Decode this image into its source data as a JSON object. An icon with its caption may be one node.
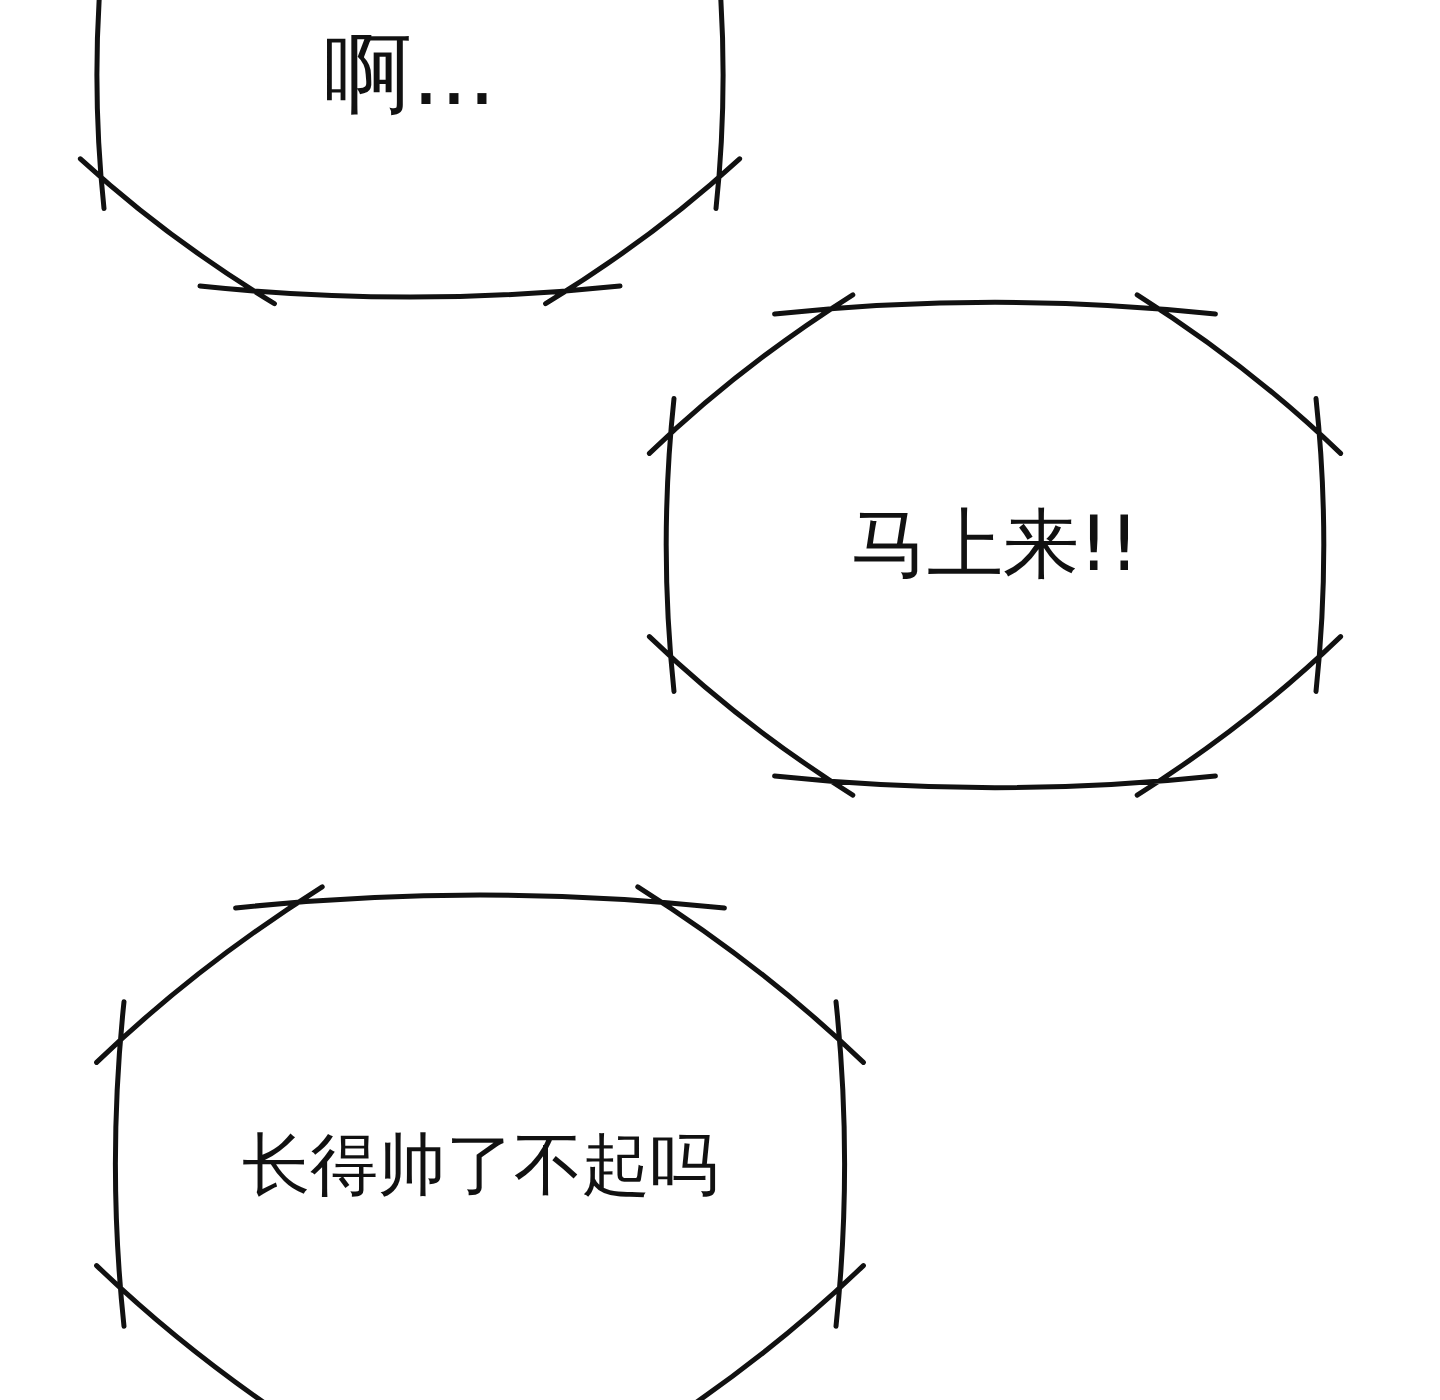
{
  "diagram": {
    "nodes": [
      {
        "text": [
          "啊..."
        ]
      },
      {
        "text": [
          "马上来!!"
        ]
      },
      {
        "text": [
          "长得帅了不起吗"
        ]
      }
    ]
  }
}
